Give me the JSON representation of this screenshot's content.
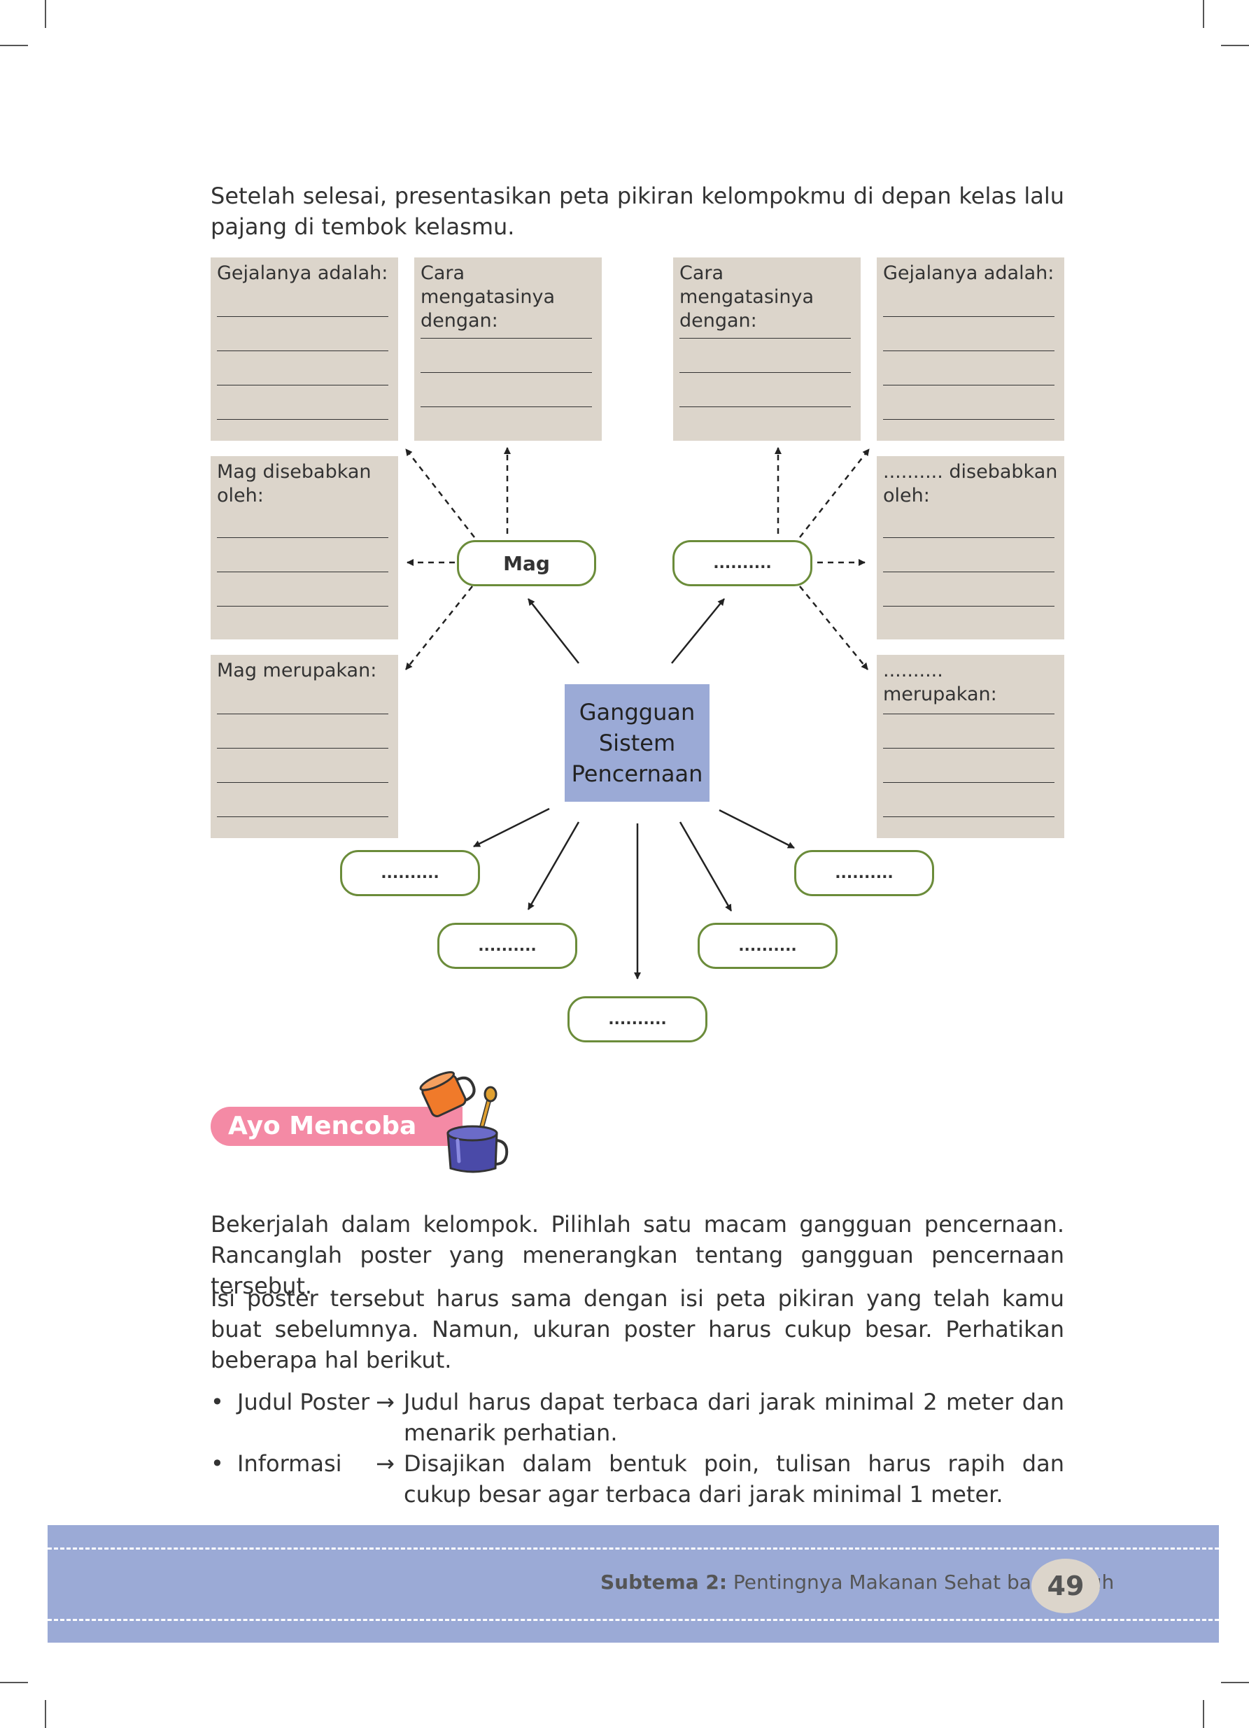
{
  "intro": "Setelah selesai, presentasikan peta pikiran kelompokmu di depan kelas lalu pajang di tembok kelasmu.",
  "mindmap": {
    "center": "Gangguan Sistem Pencernaan",
    "left_node": "Mag",
    "right_node": "..........",
    "left_boxes": {
      "gejala": "Gejalanya adalah:",
      "cara": "Cara mengatasinya dengan:",
      "sebab": "Mag disebabkan oleh:",
      "merupakan": "Mag merupakan:"
    },
    "right_boxes": {
      "cara": "Cara mengatasinya dengan:",
      "gejala": "Gejalanya adalah:",
      "sebab": ".......... disebabkan oleh:",
      "merupakan": ".......... merupakan:"
    },
    "bottom_nodes": [
      "..........",
      "..........",
      "..........",
      "..........",
      ".........."
    ]
  },
  "section": {
    "title": "Ayo Mencoba"
  },
  "body": {
    "p1": "Bekerjalah dalam kelompok. Pilihlah satu macam gangguan pencernaan. Rancanglah poster yang menerangkan tentang gangguan pencernaan tersebut.",
    "p2": "Isi poster tersebut harus sama dengan isi peta pikiran yang telah kamu buat sebelumnya. Namun, ukuran poster harus cukup besar. Perhatikan beberapa hal berikut.",
    "bullets": [
      {
        "label": "Judul Poster",
        "text": "Judul harus dapat terbaca dari jarak minimal 2 meter dan menarik perhatian."
      },
      {
        "label": "Informasi",
        "text": "Disajikan dalam bentuk poin, tulisan harus rapih dan cukup besar agar terbaca dari jarak minimal 1 meter."
      }
    ]
  },
  "footer": {
    "label": "Subtema 2:",
    "title": "Pentingnya Makanan Sehat bagi Tubuh",
    "page": "49"
  },
  "colors": {
    "box": "#dcd5cb",
    "center": "#9baad6",
    "pill_border": "#6b8c3a",
    "ayo": "#f48aa5",
    "footer": "#9baad6"
  }
}
